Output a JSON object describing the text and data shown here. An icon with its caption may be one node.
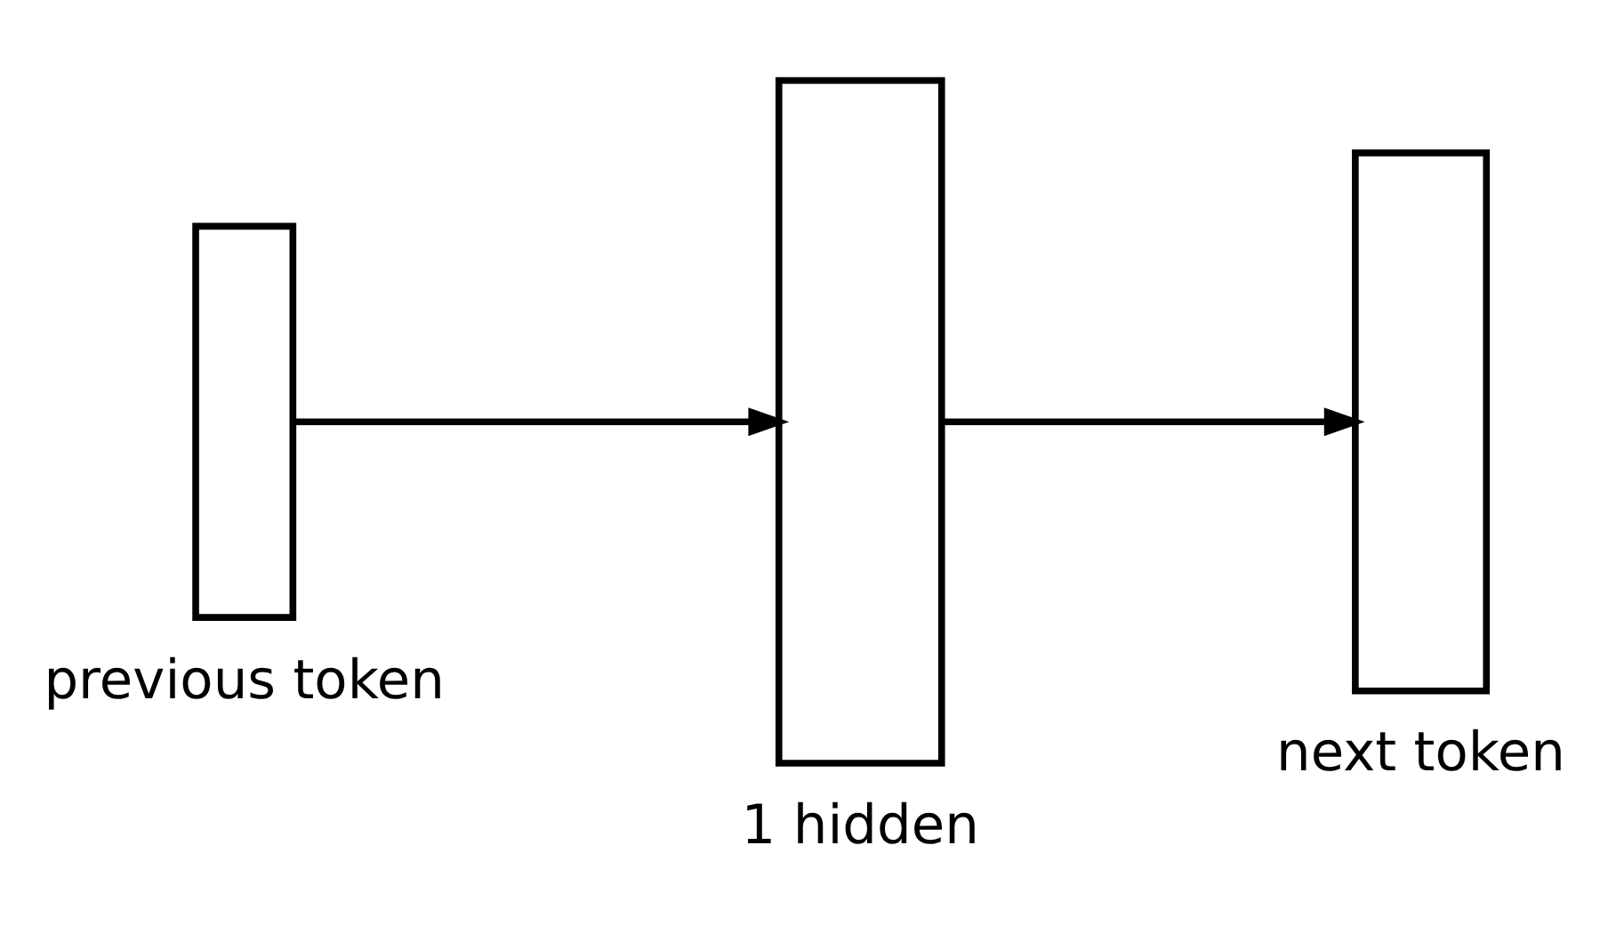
{
  "diagram": {
    "nodes": [
      {
        "text": [],
        "shape": "bar",
        "beside": [
          "previous token"
        ]
      },
      {
        "text": [],
        "shape": "bar",
        "beside": [
          "1 hidden"
        ]
      },
      {
        "text": [],
        "shape": "bar",
        "beside": [
          "next token"
        ]
      }
    ],
    "edges": [
      {
        "from": 0,
        "to": 1,
        "arrow": "to"
      },
      {
        "from": 1,
        "to": 2,
        "arrow": "to"
      }
    ]
  }
}
